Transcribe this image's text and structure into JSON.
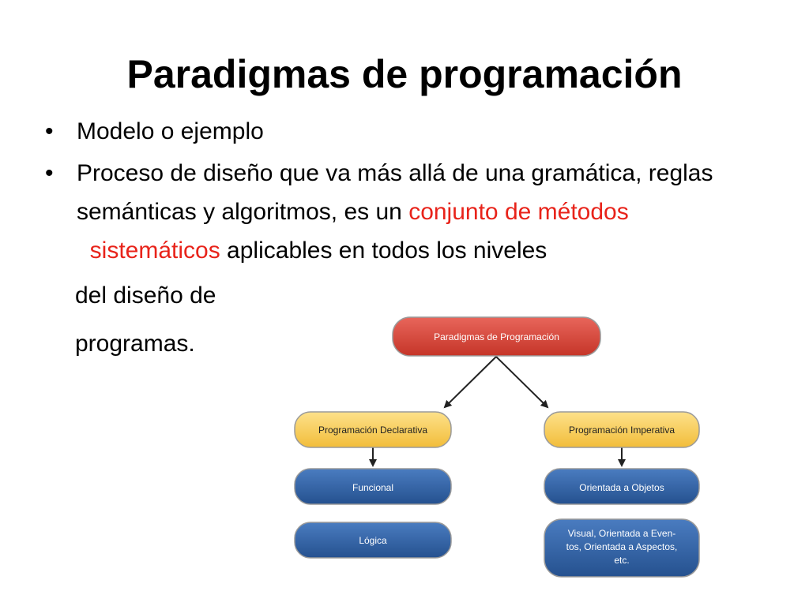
{
  "title": "Paradigmas de programación",
  "bullets": [
    {
      "text": "Modelo o ejemplo"
    },
    {
      "part1": "Proceso de diseño que va más allá de una gramática, reglas semánticas y algoritmos, es un ",
      "highlight1": "conjunto de métodos",
      "gap": "  ",
      "highlight2": "sistemáticos",
      "part2": " aplicables en todos los niveles"
    }
  ],
  "continuation": [
    "del diseño de",
    "programas."
  ],
  "bullet_symbol": "•",
  "diagram": {
    "root": "Paradigmas de Programación",
    "left_branch": "Programación Declarativa",
    "right_branch": "Programación Imperativa",
    "left_children": [
      "Funcional",
      "Lógica"
    ],
    "right_children": [
      "Orientada a Objetos",
      "Visual, Orientada a Even-",
      "tos, Orientada a Aspectos,",
      "etc."
    ]
  },
  "colors": {
    "highlight": "#e8231a",
    "root_fill": "#d9443a",
    "branch_fill": "#f7cd58",
    "leaf_fill": "#2f5f9e"
  }
}
